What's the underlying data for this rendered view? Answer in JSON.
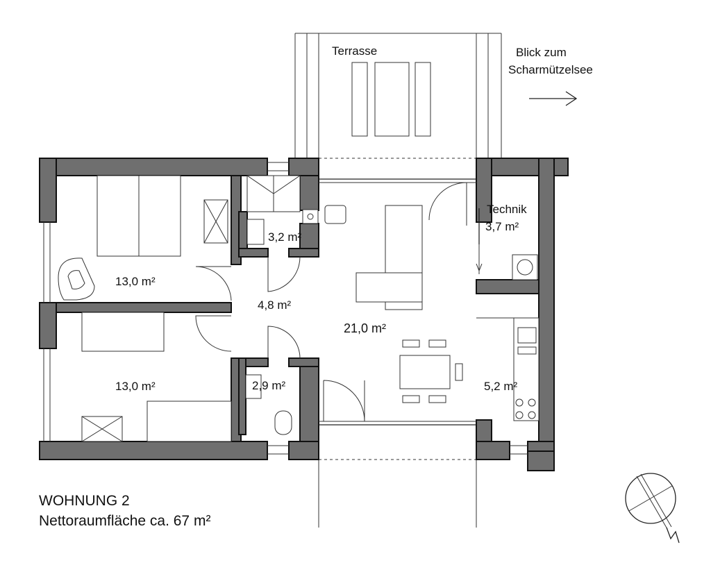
{
  "labels": {
    "terrace": "Terrasse",
    "view_line1": "Blick zum",
    "view_line2": "Scharmützelsee",
    "technik_name": "Technik",
    "technik_area": "3,7 m²",
    "bedroom_top_area": "13,0 m²",
    "bedroom_bottom_area": "13,0 m²",
    "bath_area": "3,2 m²",
    "hall_area": "4,8 m²",
    "wc_area": "2,9 m²",
    "living_area": "21,0 m²",
    "kitchen_area": "5,2 m²"
  },
  "title": {
    "line1": "WOHNUNG 2",
    "line2": "Nettoraumfläche ca. 67 m²"
  },
  "colors": {
    "wall_fill": "#6f6f6f",
    "line": "#222222",
    "background": "#ffffff"
  }
}
